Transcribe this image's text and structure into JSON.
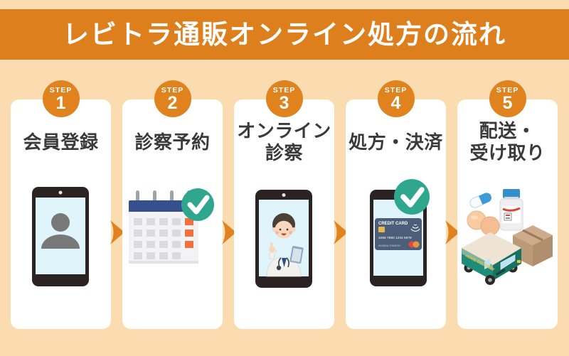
{
  "colors": {
    "background": "#FBDCB0",
    "banner": "#DE7F1E",
    "accent_orange": "#E0821E",
    "title_text": "#3A3A3A",
    "check_green": "#2FA78F",
    "phone_screen": "#DFF4FB",
    "phone_frame": "#2B2321",
    "calendar_blue": "#35508D",
    "calendar_orange": "#F4703B",
    "truck_teal": "#1E8C79",
    "card_white": "#FFFFFF"
  },
  "header": {
    "title": "レビトラ通販オンライン処方の流れ"
  },
  "steps": [
    {
      "badge_label": "STEP",
      "number": "1",
      "title_line1": "会員登録",
      "title_line2": "",
      "illustration": "smartphone-user"
    },
    {
      "badge_label": "STEP",
      "number": "2",
      "title_line1": "診察予約",
      "title_line2": "",
      "illustration": "calendar-check"
    },
    {
      "badge_label": "STEP",
      "number": "3",
      "title_line1": "オンライン",
      "title_line2": "診察",
      "illustration": "smartphone-doctor"
    },
    {
      "badge_label": "STEP",
      "number": "4",
      "title_line1": "処方・決済",
      "title_line2": "",
      "illustration": "smartphone-payment-check"
    },
    {
      "badge_label": "STEP",
      "number": "5",
      "title_line1": "配送・",
      "title_line2": "受け取り",
      "illustration": "medicine-parcel-truck"
    }
  ],
  "illustrations": {
    "credit_card": {
      "label": "CREDIT CARD",
      "number": "3456 7890 1234 5678",
      "holder": "AYANDA TOMSON"
    },
    "truck": {
      "side_text": "HOME DELIVERY"
    }
  }
}
